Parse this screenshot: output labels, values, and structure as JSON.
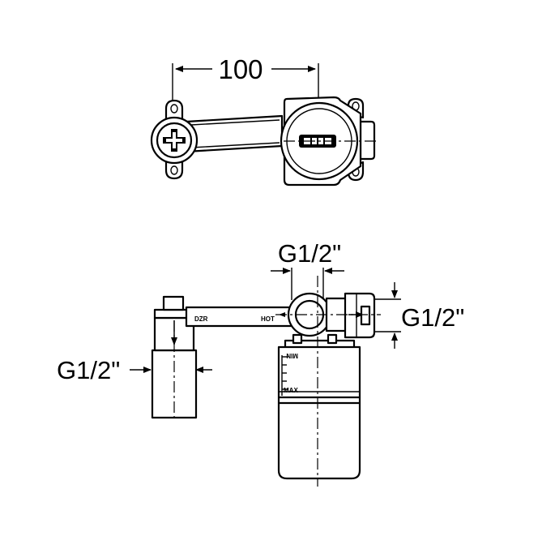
{
  "dimensions": {
    "top_width": "100",
    "inlet_top": "G1/2\"",
    "outlet_right": "G1/2\"",
    "inlet_left": "G1/2\""
  },
  "labels": {
    "pipe_left": "DZR",
    "pipe_right": "HOT",
    "body_top": "MIN",
    "body_mid": "MAX"
  }
}
